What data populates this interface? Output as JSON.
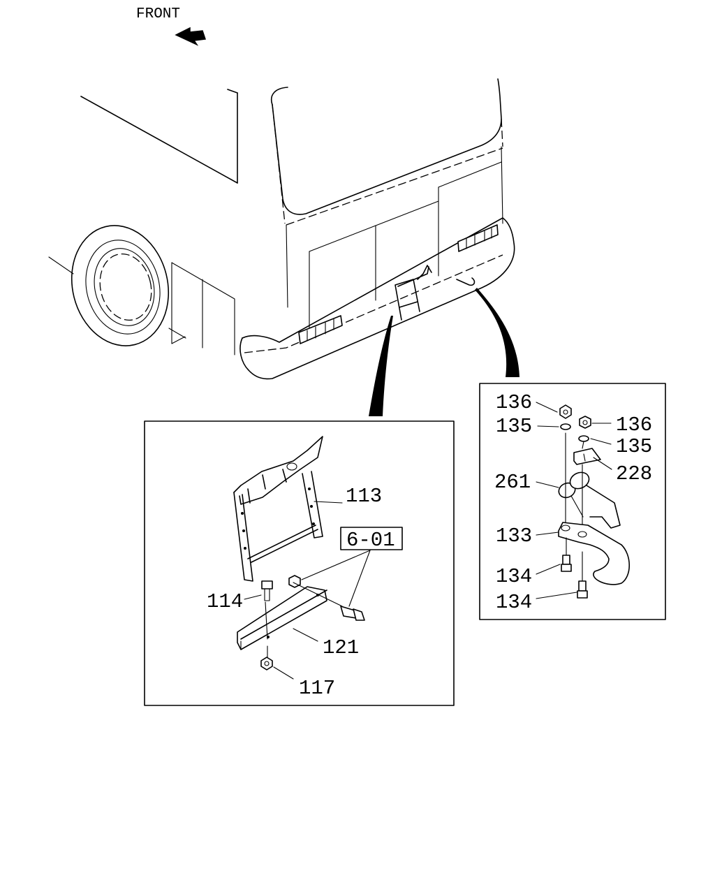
{
  "direction": {
    "label": "FRONT"
  },
  "callouts": {
    "bracket_assembly": "113",
    "bolt_left": "114",
    "nut_bottom": "117",
    "plate": "121",
    "group_ref": "6-01",
    "hook_body": "133",
    "hook_bolt_upper": "134",
    "hook_bolt_lower": "134",
    "lock_washer_left": "135",
    "lock_washer_right": "135",
    "nut_left": "136",
    "nut_right": "136",
    "retainer": "228",
    "pin_ring": "261"
  }
}
